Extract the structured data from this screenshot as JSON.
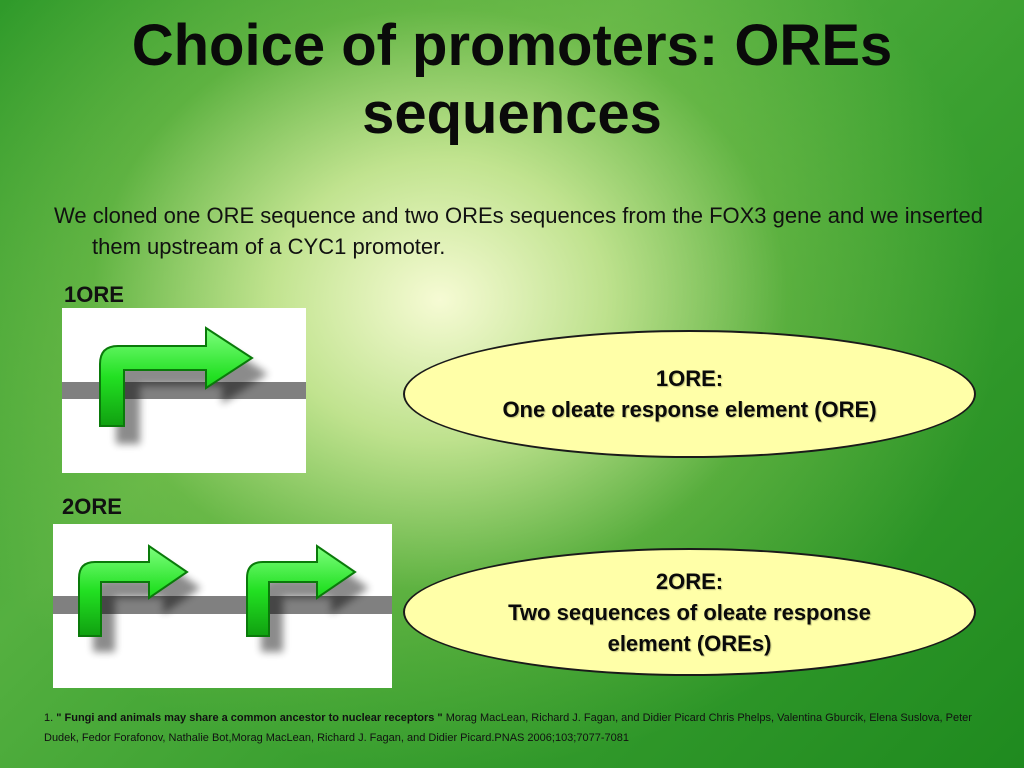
{
  "slide": {
    "title_line1": "Choice of promoters: OREs",
    "title_line2": "sequences",
    "intro": "We cloned one ORE sequence and two OREs sequences from the FOX3 gene and we inserted them upstream of a CYC1 promoter.",
    "label_1ore": "1ORE",
    "label_2ore": "2ORE",
    "oval_1ore": {
      "heading": "1ORE:",
      "text": "One oleate response element (ORE)"
    },
    "oval_2ore": {
      "heading": "2ORE:",
      "text": "Two sequences of oleate response element (OREs)"
    },
    "reference": {
      "number": "1.",
      "title": "\" Fungi and animals may share   a common ancestor to nuclear receptors \"",
      "authors": "Morag MacLean, Richard J. Fagan, and Didier Picard Chris Phelps, Valentina Gburcik, Elena Suslova, Peter Dudek, Fedor Forafonov, Nathalie Bot,Morag MacLean, Richard J. Fagan, and Didier Picard.PNAS 2006;103;7077-7081"
    },
    "colors": {
      "arrow": "#22e022",
      "dna_line": "#808080",
      "oval_fill": "#ffffa8"
    },
    "icons": {
      "promoter_arrow": "promoter-arrow-icon"
    }
  }
}
